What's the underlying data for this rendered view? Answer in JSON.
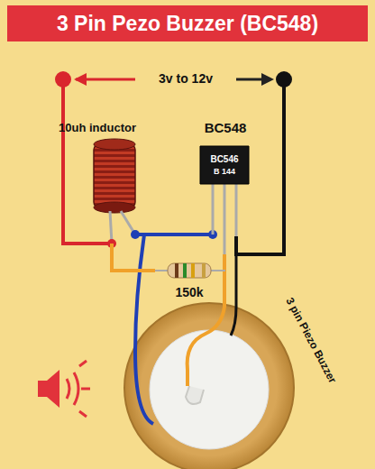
{
  "diagram": {
    "title": "3 Pin Pezo Buzzer (BC548)",
    "labels": [
      "3v to 12v",
      "10uh inductor",
      "BC548",
      "BC546",
      "B 144",
      "150k",
      "3 pin Piezo Buzzer"
    ]
  }
}
